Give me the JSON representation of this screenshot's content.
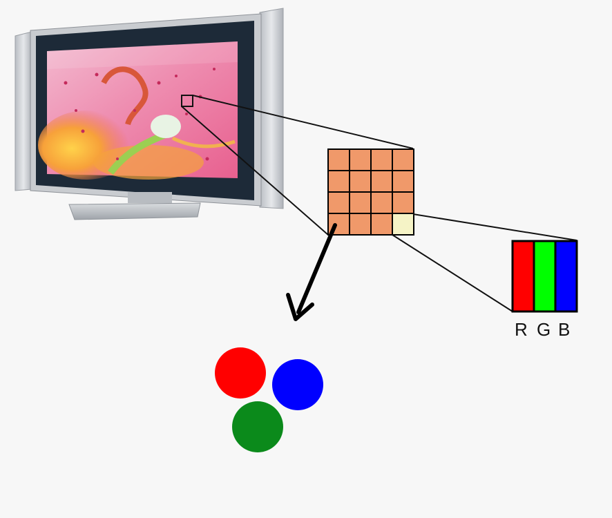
{
  "colors": {
    "background": "#f7f7f7",
    "pixel_orange": "#f0996a",
    "pixel_highlight": "#f5f3c6",
    "red": "#ff0000",
    "green": "#00ff00",
    "blue": "#0000ff",
    "dot_red": "#ff0000",
    "dot_green": "#0b8a1b",
    "dot_blue": "#0000ff"
  },
  "subpixel_labels": [
    "R",
    "G",
    "B"
  ],
  "icons": {
    "display": "flat-panel-tv-icon",
    "arrow": "down-left-arrow-icon"
  },
  "grid": {
    "rows": 4,
    "cols": 4
  }
}
